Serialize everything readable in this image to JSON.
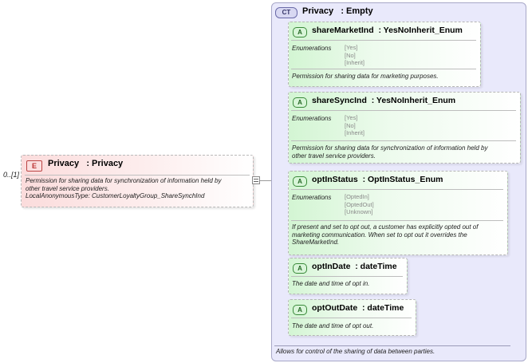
{
  "element": {
    "multiplicity": "0..[1]",
    "badge": "E",
    "title": "Privacy   : Privacy",
    "description_line1": "Permission for sharing data for synchronization of information held by",
    "description_line2": "other travel service providers.",
    "description_line3": "LocalAnonymousType: CustomerLoyaltyGroup_ShareSynchInd"
  },
  "complex_type": {
    "badge": "CT",
    "title": "Privacy   : Empty",
    "description": "Allows for control of the sharing of data between parties."
  },
  "attributes": [
    {
      "badge": "A",
      "title": "shareMarketInd  : YesNoInherit_Enum",
      "enum_label": "Enumerations",
      "enums": [
        "[Yes]",
        "[No]",
        "[Inherit]"
      ],
      "description_line1": "Permission for sharing data for marketing purposes.",
      "description_line2": "",
      "description_line3": ""
    },
    {
      "badge": "A",
      "title": "shareSyncInd  : YesNoInherit_Enum",
      "enum_label": "Enumerations",
      "enums": [
        "[Yes]",
        "[No]",
        "[Inherit]"
      ],
      "description_line1": "Permission for sharing data for synchronization of information held by",
      "description_line2": "other travel service providers.",
      "description_line3": ""
    },
    {
      "badge": "A",
      "title": "optInStatus  : OptInStatus_Enum",
      "enum_label": "Enumerations",
      "enums": [
        "[OptedIn]",
        "[OptedOut]",
        "[Unknown]"
      ],
      "description_line1": "If present and set to opt out, a customer has explicitly opted out of",
      "description_line2": "marketing communication. When set to opt out it overrides the",
      "description_line3": "ShareMarketInd."
    },
    {
      "badge": "A",
      "title": "optInDate  : dateTime",
      "description_line1": "The date and time of opt in."
    },
    {
      "badge": "A",
      "title": "optOutDate  : dateTime",
      "description_line1": "The date and time of opt out."
    }
  ]
}
